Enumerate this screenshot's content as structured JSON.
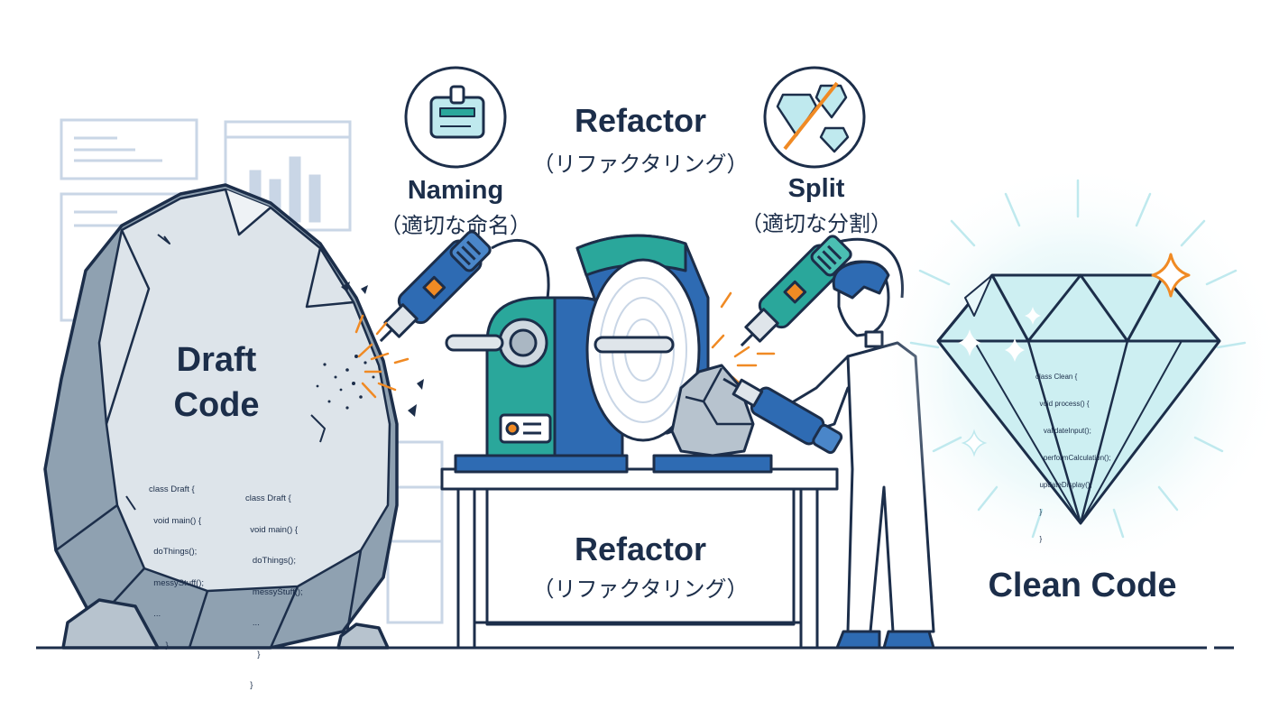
{
  "colors": {
    "navy": "#1c2e4a",
    "rock_gray": "#a9b6c2",
    "rock_light": "#dfe5ea",
    "machine_blue": "#2e6bb3",
    "machine_teal": "#2aa79b",
    "spark_orange": "#f08a24",
    "diamond_cyan": "#bfe9ee"
  },
  "icons": [
    "name-badge-icon",
    "split-gem-icon",
    "grinder-icon",
    "drill-icon",
    "diamond-icon",
    "sparkle-icon"
  ],
  "top_title": {
    "main": "Refactor",
    "sub": "（リファクタリング）"
  },
  "naming": {
    "main": "Naming",
    "sub": "（適切な命名）"
  },
  "split": {
    "main": "Split",
    "sub": "（適切な分割）"
  },
  "rock": {
    "title_line1": "Draft",
    "title_line2": "Code",
    "code_left": [
      "class Draft {",
      "  void main() {",
      "  doThings();",
      "  messyStuff();",
      "  ...",
      "       }"
    ],
    "code_right": [
      "class Draft {",
      "  void main() {",
      "   doThings();",
      "   messyStuff();",
      "   ...",
      "     }",
      "  }"
    ]
  },
  "bench": {
    "main": "Refactor",
    "sub": "（リファクタリング）"
  },
  "diamond": {
    "label": "Clean Code",
    "code": [
      "class Clean {",
      "  void process() {",
      "    validateInput();",
      "    performCalculation();",
      "  updateDisplay();",
      "  }",
      "  }"
    ]
  }
}
